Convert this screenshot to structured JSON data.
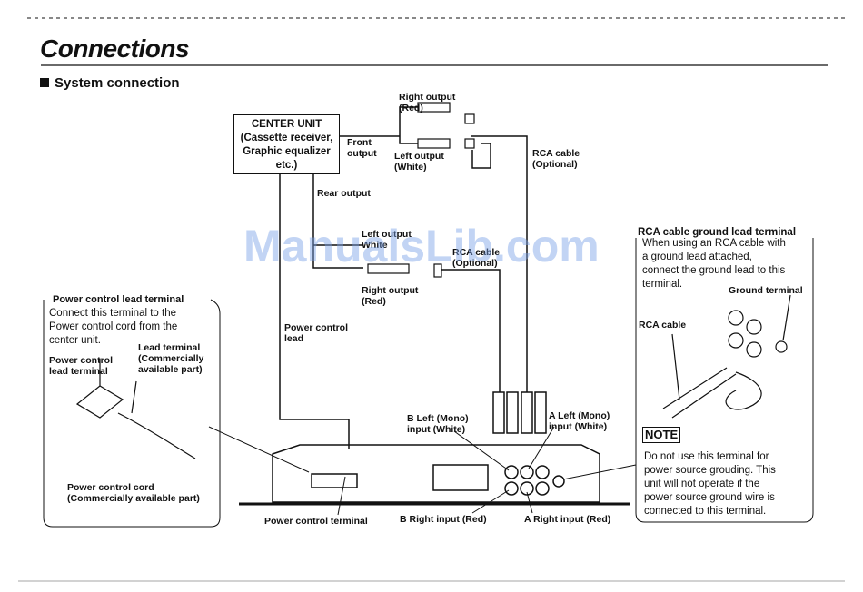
{
  "title": "Connections",
  "section": "System connection",
  "watermark": "ManualsLib.com",
  "center_unit": {
    "lines": [
      "CENTER UNIT",
      "(Cassette receiver,",
      "Graphic equalizer",
      "etc.)"
    ]
  },
  "labels": {
    "right_output_top": "Right output\n(Red)",
    "front_output": "Front\noutput",
    "left_output_top": "Left output\n(White)",
    "rca_cable_optional": "RCA cable\n(Optional)",
    "rear_output": "Rear output",
    "left_output_mid": "Left output\nWhite",
    "rca_cable_optional_mid": "RCA cable\n(Optional)",
    "right_output_mid": "Right output\n(Red)",
    "power_control_lead": "Power control\nlead",
    "b_left_input": "B Left (Mono)\ninput (White)",
    "a_left_input": "A Left (Mono)\ninput (White)",
    "power_control_terminal": "Power control terminal",
    "b_right_input": "B Right input (Red)",
    "a_right_input": "A Right input (Red)"
  },
  "left_box": {
    "heading": "Power control lead terminal",
    "text": "Connect this terminal to the\nPower control cord from the\ncenter unit.",
    "pc_lead_terminal": "Power control\nlead terminal",
    "lead_terminal": "Lead terminal\n(Commercially\navailable part)",
    "pc_cord": "Power control cord\n(Commercially available part)"
  },
  "right_box": {
    "heading": "RCA cable ground lead terminal",
    "text": "When using an RCA cable with\na ground lead attached,\nconnect the ground lead to this\nterminal.",
    "ground_terminal": "Ground terminal",
    "rca_cable": "RCA cable",
    "note_label": "NOTE",
    "note_text": "Do not use this terminal for\npower source grouding. This\nunit will not operate if the\npower source ground wire is\nconnected to this terminal."
  }
}
